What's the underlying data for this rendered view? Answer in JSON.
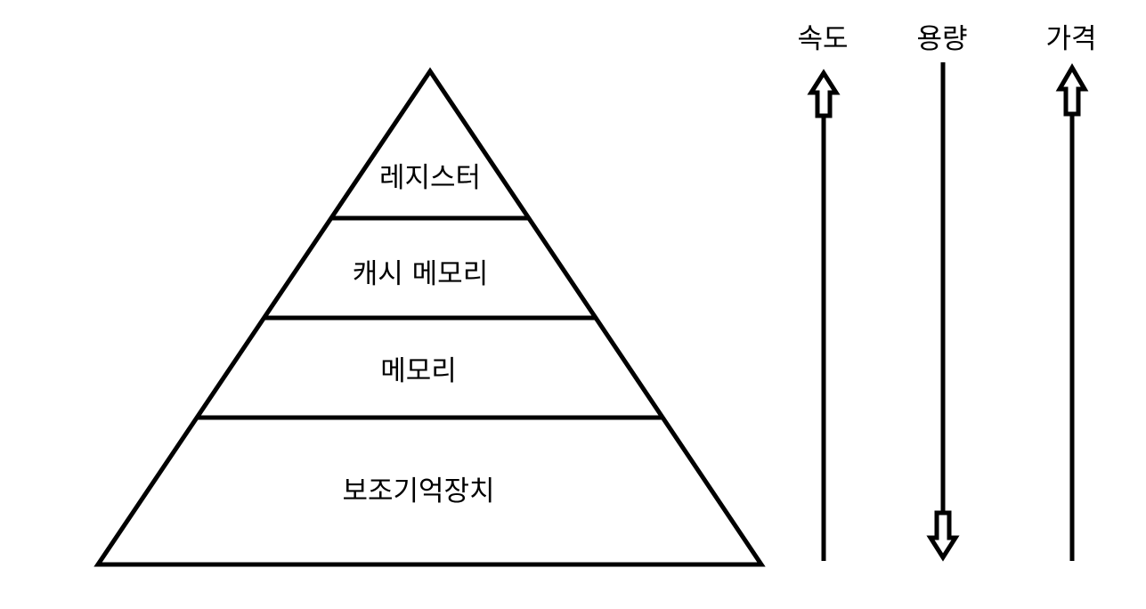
{
  "pyramid": {
    "levels": [
      {
        "label": "레지스터"
      },
      {
        "label": "캐시 메모리"
      },
      {
        "label": "메모리"
      },
      {
        "label": "보조기억장치"
      }
    ]
  },
  "arrows": [
    {
      "label": "속도",
      "direction": "up"
    },
    {
      "label": "용량",
      "direction": "down"
    },
    {
      "label": "가격",
      "direction": "up"
    }
  ],
  "colors": {
    "stroke": "#000000",
    "background": "#ffffff"
  }
}
